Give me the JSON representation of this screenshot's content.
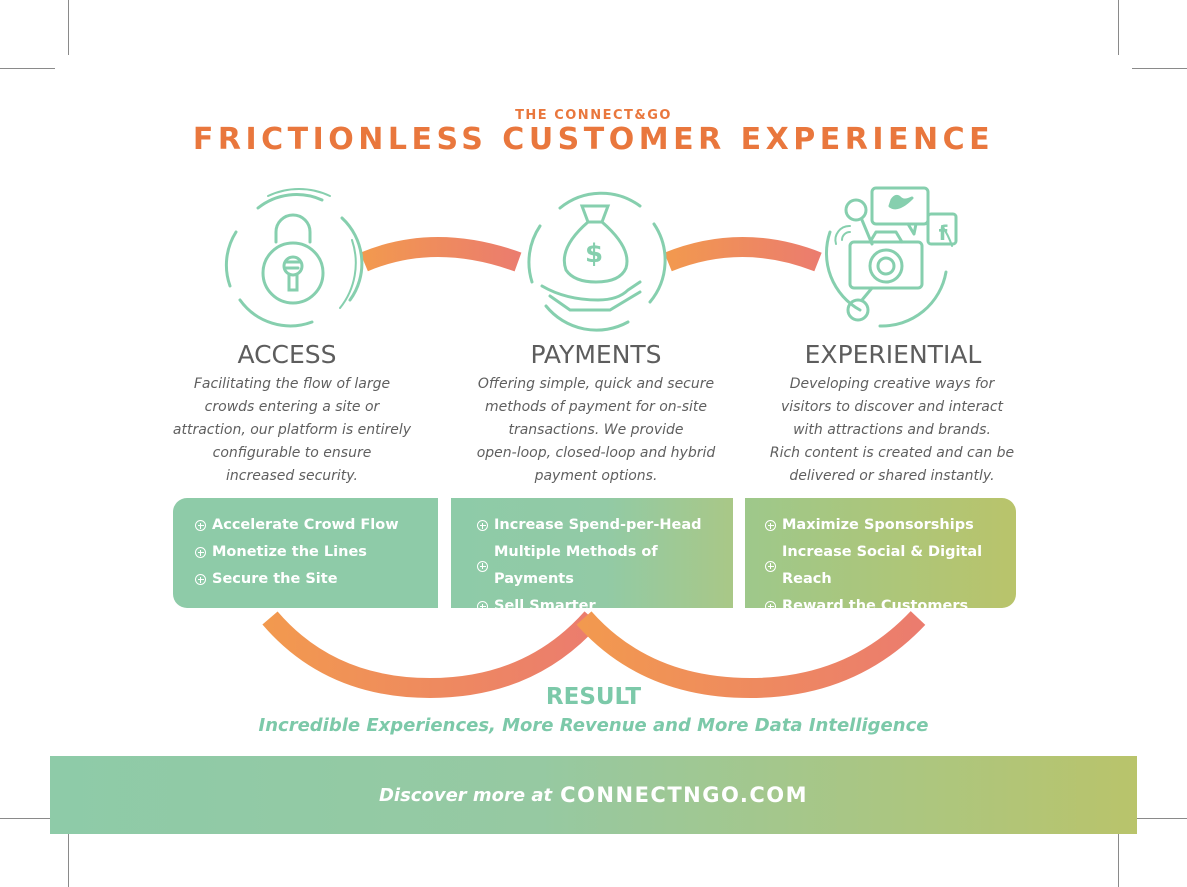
{
  "header": {
    "kicker": "THE CONNECT&GO",
    "title": "FRICTIONLESS CUSTOMER EXPERIENCE"
  },
  "icons": [
    "padlock-icon",
    "money-bag-hand-icon",
    "camera-social-icon"
  ],
  "colors": {
    "accent_orange": "#e9773d",
    "result_green": "#7cc9a9",
    "box_green": "#8ecba8",
    "box_olive": "#b9c46b",
    "icon_line": "#86cfae"
  },
  "columns": [
    {
      "title": "ACCESS",
      "description_lines": [
        "Facilitating the flow of large",
        "crowds entering a site or",
        "attraction, our platform is entirely",
        "configurable to ensure",
        "increased security."
      ],
      "benefits": [
        "Accelerate Crowd Flow",
        "Monetize the Lines",
        "Secure the Site"
      ]
    },
    {
      "title": "PAYMENTS",
      "description_lines": [
        "Offering simple, quick and secure",
        "methods of payment for on-site",
        "transactions. We provide",
        "open-loop, closed-loop and hybrid",
        "payment options."
      ],
      "benefits": [
        "Increase Spend-per-Head",
        "Multiple Methods of Payments",
        "Sell Smarter"
      ]
    },
    {
      "title": "EXPERIENTIAL",
      "description_lines": [
        "Developing creative ways for",
        "visitors to discover and interact",
        "with attractions and brands.",
        "Rich content is created and can be",
        "delivered or shared instantly."
      ],
      "benefits": [
        "Maximize Sponsorships",
        "Increase Social & Digital Reach",
        "Reward the Customers"
      ]
    }
  ],
  "result": {
    "title": "RESULT",
    "subtitle": "Incredible Experiences, More Revenue and More Data Intelligence"
  },
  "footer": {
    "prefix": "Discover more at",
    "url": "CONNECTNGO.COM"
  }
}
